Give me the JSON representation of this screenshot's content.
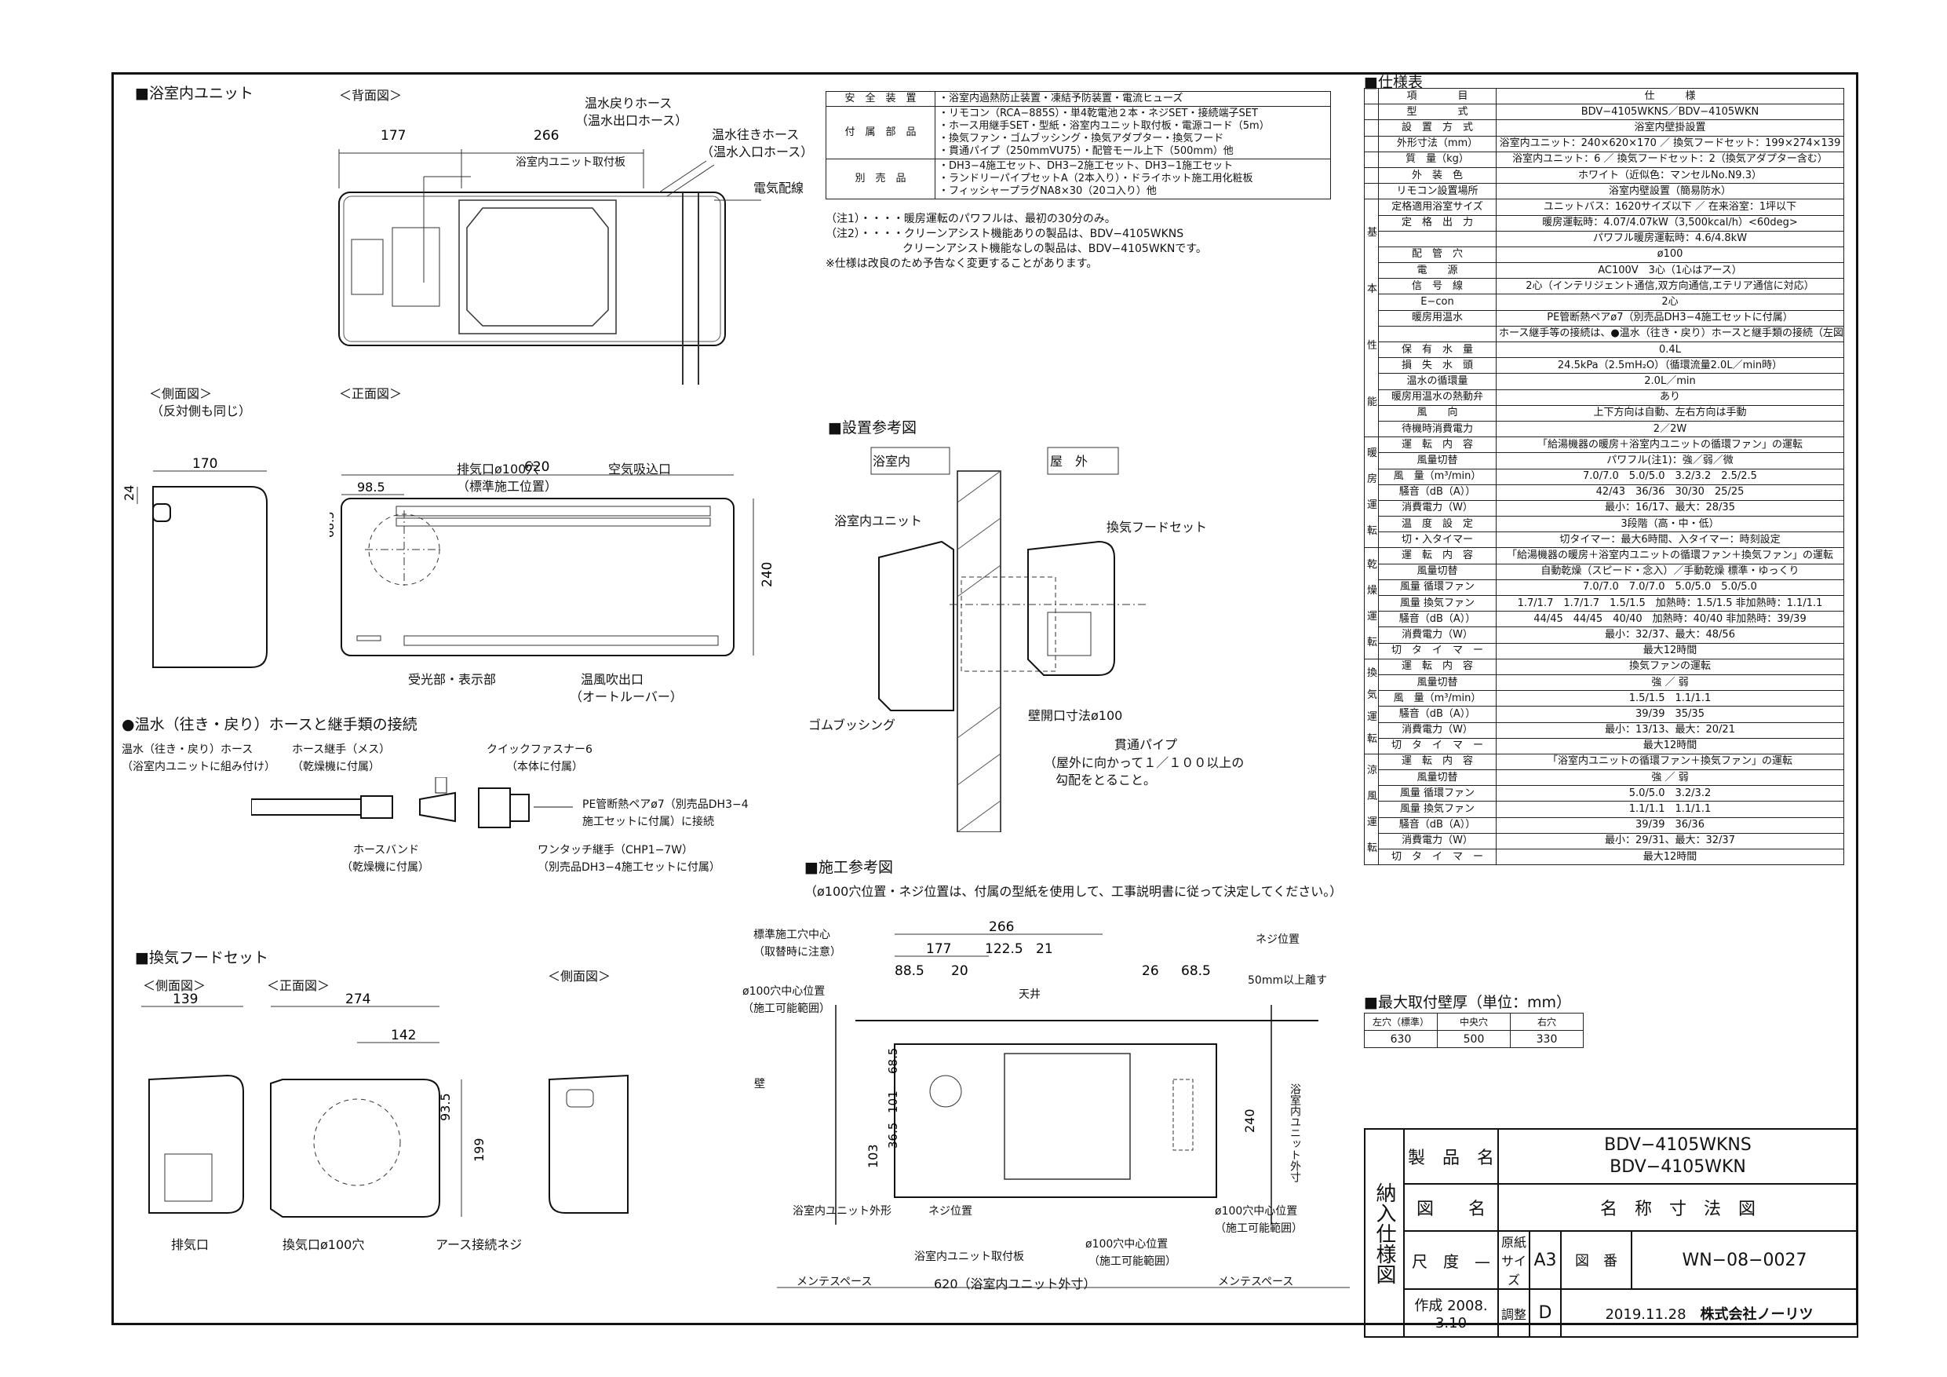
{
  "sections": {
    "bath_unit": "■浴室内ユニット",
    "install_ref": "■設置参考図",
    "construction_ref": "■施工参考図",
    "construction_note": "（ø100穴位置・ネジ位置は、付属の型紙を使用して、工事説明書に従って決定してください。）",
    "hood_set": "■換気フードセット",
    "hose_conn": "●温水（往き・戻り）ホースと継手類の接続",
    "specs": "■仕様表",
    "max_wall": "■最大取付壁厚（単位：mm）"
  },
  "views": {
    "back": "＜背面図＞",
    "side": "＜側面図＞",
    "side_note": "（反対側も同じ）",
    "front": "＜正面図＞",
    "hood_side": "＜側面図＞",
    "hood_front": "＜正面図＞",
    "hood_side2": "＜側面図＞"
  },
  "back_view": {
    "dim_177": "177",
    "dim_266": "266",
    "return_hose": "温水戻りホース",
    "return_hose2": "（温水出口ホース）",
    "supply_hose": "温水往きホース",
    "supply_hose2": "（温水入口ホース）",
    "bracket": "浴室内ユニット取付板",
    "wiring": "電気配線"
  },
  "front_view": {
    "dim_620": "620",
    "dim_98_5": "98.5",
    "dim_68_5": "68.5",
    "dim_240": "240",
    "exhaust": "排気口ø100穴",
    "exhaust2": "（標準施工位置）",
    "intake": "空気吸込口",
    "receiver": "受光部・表示部",
    "outlet": "温風吹出口",
    "outlet2": "（オートルーバー）"
  },
  "side_view": {
    "dim_24": "24",
    "dim_170": "170"
  },
  "hose": {
    "hot_hose": "温水（往き・戻り）ホース",
    "hot_hose2": "（浴室内ユニットに組み付け）",
    "joint": "ホース継手（メス）",
    "joint2": "（乾燥機に付属）",
    "fastener": "クイックファスナー6",
    "fastener2": "（本体に付属）",
    "pe": "PE管断熱ペアø7（別売品DH3−4",
    "pe2": "施工セットに付属）に接続",
    "band": "ホースバンド",
    "band2": "（乾燥機に付属）",
    "onetouch": "ワンタッチ継手（CHP1−7W）",
    "onetouch2": "（別売品DH3−4施工セットに付属）"
  },
  "install": {
    "inside": "浴室内",
    "outside": "屋　外",
    "unit": "浴室内ユニット",
    "hood": "換気フードセット",
    "bush": "ゴムブッシング",
    "hole": "壁開口寸法ø100",
    "pipe": "貫通パイプ",
    "slope": "（屋外に向かって１／１００以上の",
    "slope2": "勾配をとること。"
  },
  "construction": {
    "dim_266": "266",
    "dim_177": "177",
    "dim_122": "122.5",
    "dim_21": "21",
    "dim_88": "88.5",
    "dim_20": "20",
    "dim_26": "26",
    "dim_68": "68.5",
    "std_center": "標準施工穴中心",
    "std_center2": "（取替時に注意）",
    "hole_center": "ø100穴中心位置",
    "hole_center2": "（施工可能範囲）",
    "ceiling": "天井",
    "screw": "ネジ位置",
    "gap": "50mm以上離す",
    "wall": "壁",
    "d103": "103",
    "d68": "68.5",
    "d101": "101",
    "d36": "36.5",
    "d240": "240",
    "outline": "浴室内ユニット外形",
    "screw2": "ネジ位置",
    "bracket": "浴室内ユニット取付板",
    "range": "ø100穴中心位置",
    "range2": "（施工可能範囲）",
    "range_r": "ø100穴中心位置",
    "range_r2": "（施工可能範囲）",
    "unit_outer": "浴室内ユニット外寸",
    "maint_l": "メンテスペース",
    "maint_r": "メンテスペース",
    "width": "620（浴室内ユニット外寸）"
  },
  "hood": {
    "dim_139": "139",
    "dim_274": "274",
    "dim_142": "142",
    "dim_93": "93.5",
    "dim_199": "199",
    "exhaust": "排気口",
    "vent": "換気口ø100穴",
    "earth": "アース接続ネジ"
  },
  "accessories": [
    [
      "安　全　装　置",
      "・浴室内過熱防止装置・凍結予防装置・電流ヒューズ"
    ],
    [
      "付　属　部　品",
      "・リモコン（RCA−885S）・単4乾電池２本・ネジSET・接続端子SET\n・ホース用継手SET・型紙・浴室内ユニット取付板・電源コード（5m）\n・換気ファン・ゴムブッシング・換気アダプター・換気フード\n・貫通パイプ（250mmVU75）・配管モール上下（500mm）他"
    ],
    [
      "別　売　品",
      "・DH3−4施工セット、DH3−2施工セット、DH3−1施工セット\n・ランドリーパイプセットA（2本入り）・ドライホット施工用化粧板\n・フィッシャープラグNA8×30（20コ入り）他"
    ]
  ],
  "notes": [
    "（注1）・・・・暖房運転のパワフルは、最初の30分のみ。",
    "（注2）・・・・クリーンアシスト機能ありの製品は、BDV−4105WKNS",
    "　　　　　　　クリーンアシスト機能なしの製品は、BDV−4105WKNです。",
    "※仕様は改良のため予告なく変更することがあります。"
  ],
  "spec_rows": [
    [
      "",
      "項　　　　目",
      "仕　　　様"
    ],
    [
      "",
      "型　　　　式",
      "BDV−4105WKNS／BDV−4105WKN"
    ],
    [
      "",
      "設　置　方　式",
      "浴室内壁掛設置"
    ],
    [
      "",
      "外形寸法（mm）",
      "浴室内ユニット：240×620×170 ／ 換気フードセット：199×274×139"
    ],
    [
      "",
      "質　量（kg）",
      "浴室内ユニット：6 ／ 換気フードセット：2（換気アダプター含む）"
    ],
    [
      "",
      "外　装　色",
      "ホワイト（近似色：マンセルNo.N9.3）"
    ],
    [
      "",
      "リモコン設置場所",
      "浴室内壁設置（簡易防水）"
    ],
    [
      "基本性能",
      "定格適用浴室サイズ",
      "ユニットバス：1620サイズ以下 ／ 在来浴室：1坪以下"
    ],
    [
      "基本性能",
      "定　格　出　力",
      "暖房運転時：4.07/4.07kW（3,500kcal/h）<60deg>"
    ],
    [
      "基本性能",
      "",
      "パワフル暖房運転時：4.6/4.8kW"
    ],
    [
      "基本性能",
      "配　管　穴",
      "ø100"
    ],
    [
      "基本性能",
      "電　　源",
      "AC100V　3心（1心はアース）"
    ],
    [
      "基本性能",
      "信　号　線",
      "2心（インテリジェント通信,双方向通信,エテリア通信に対応）"
    ],
    [
      "基本性能",
      "E−con",
      "2心"
    ],
    [
      "基本性能",
      "暖房用温水",
      "PE管断熱ペアø7（別売品DH3−4施工セットに付属）"
    ],
    [
      "基本性能",
      "",
      "ホース継手等の接続は、●温水（往き・戻り）ホースと継手類の接続（左図）を参照"
    ],
    [
      "基本性能",
      "保　有　水　量",
      "0.4L"
    ],
    [
      "基本性能",
      "損　失　水　頭",
      "24.5kPa（2.5mH₂O）（循環流量2.0L／min時）"
    ],
    [
      "基本性能",
      "温水の循環量",
      "2.0L／min"
    ],
    [
      "基本性能",
      "暖房用温水の熱動弁",
      "あり"
    ],
    [
      "基本性能",
      "風　　向",
      "上下方向は自動、左右方向は手動"
    ],
    [
      "基本性能",
      "待機時消費電力",
      "2／2W"
    ],
    [
      "暖房運転",
      "運　転　内　容",
      "「給湯機器の暖房＋浴室内ユニットの循環ファン」の運転"
    ],
    [
      "暖房運転",
      "風量切替",
      "パワフル(注1)：強／弱／微"
    ],
    [
      "暖房運転",
      "風　量（m³/min）",
      "7.0/7.0　5.0/5.0　3.2/3.2　2.5/2.5"
    ],
    [
      "暖房運転",
      "騒音（dB（A））",
      "42/43　36/36　30/30　25/25"
    ],
    [
      "暖房運転",
      "消費電力（W）",
      "最小：16/17、最大：28/35"
    ],
    [
      "暖房運転",
      "温　度　設　定",
      "3段階（高・中・低）"
    ],
    [
      "暖房運転",
      "切・入タイマー",
      "切タイマー：最大6時間、入タイマー：時刻設定"
    ],
    [
      "乾燥運転",
      "運　転　内　容",
      "「給湯機器の暖房＋浴室内ユニットの循環ファン＋換気ファン」の運転"
    ],
    [
      "乾燥運転",
      "風量切替",
      "自動乾燥（スピード・念入）／手動乾燥 標準・ゆっくり"
    ],
    [
      "乾燥運転",
      "風量 循環ファン",
      "7.0/7.0　7.0/7.0　5.0/5.0　5.0/5.0"
    ],
    [
      "乾燥運転",
      "風量 換気ファン",
      "1.7/1.7　1.7/1.7　1.5/1.5　加熱時：1.5/1.5 非加熱時：1.1/1.1"
    ],
    [
      "乾燥運転",
      "騒音（dB（A））",
      "44/45　44/45　40/40　加熱時：40/40 非加熱時：39/39"
    ],
    [
      "乾燥運転",
      "消費電力（W）",
      "最小：32/37、最大：48/56"
    ],
    [
      "乾燥運転",
      "切　タ　イ　マ　ー",
      "最大12時間"
    ],
    [
      "換気運転",
      "運　転　内　容",
      "換気ファンの運転"
    ],
    [
      "換気運転",
      "風量切替",
      "強 ／ 弱"
    ],
    [
      "換気運転",
      "風　量（m³/min）",
      "1.5/1.5　1.1/1.1"
    ],
    [
      "換気運転",
      "騒音（dB（A））",
      "39/39　35/35"
    ],
    [
      "換気運転",
      "消費電力（W）",
      "最小：13/13、最大：20/21"
    ],
    [
      "換気運転",
      "切　タ　イ　マ　ー",
      "最大12時間"
    ],
    [
      "涼風運転",
      "運　転　内　容",
      "「浴室内ユニットの循環ファン＋換気ファン」の運転"
    ],
    [
      "涼風運転",
      "風量切替",
      "強 ／ 弱"
    ],
    [
      "涼風運転",
      "風量 循環ファン",
      "5.0/5.0　3.2/3.2"
    ],
    [
      "涼風運転",
      "風量 換気ファン",
      "1.1/1.1　1.1/1.1"
    ],
    [
      "涼風運転",
      "騒音（dB（A））",
      "39/39　36/36"
    ],
    [
      "涼風運転",
      "消費電力（W）",
      "最小：29/31、最大：32/37"
    ],
    [
      "涼風運転",
      "切　タ　イ　マ　ー",
      "最大12時間"
    ]
  ],
  "wall_thickness": {
    "headers": [
      "左穴（標準）",
      "中央穴",
      "右穴"
    ],
    "values": [
      "630",
      "500",
      "330"
    ]
  },
  "title_block": {
    "side": "納入仕様図",
    "product_label": "製　品　名",
    "product1": "BDV−4105WKNS",
    "product2": "BDV−4105WKN",
    "drawing_label": "図　　名",
    "drawing": "名　称　寸　法　図",
    "scale_label": "尺　度",
    "scale": "—",
    "paper_label": "原紙サイズ",
    "paper": "A3",
    "num_label": "図　番",
    "num": "WN−08−0027",
    "made_label": "作成",
    "made": "2008. 3.10",
    "adj_label": "調整",
    "adj_code": "D",
    "adj": "2019.11.28",
    "company": "株式会社ノーリツ"
  }
}
